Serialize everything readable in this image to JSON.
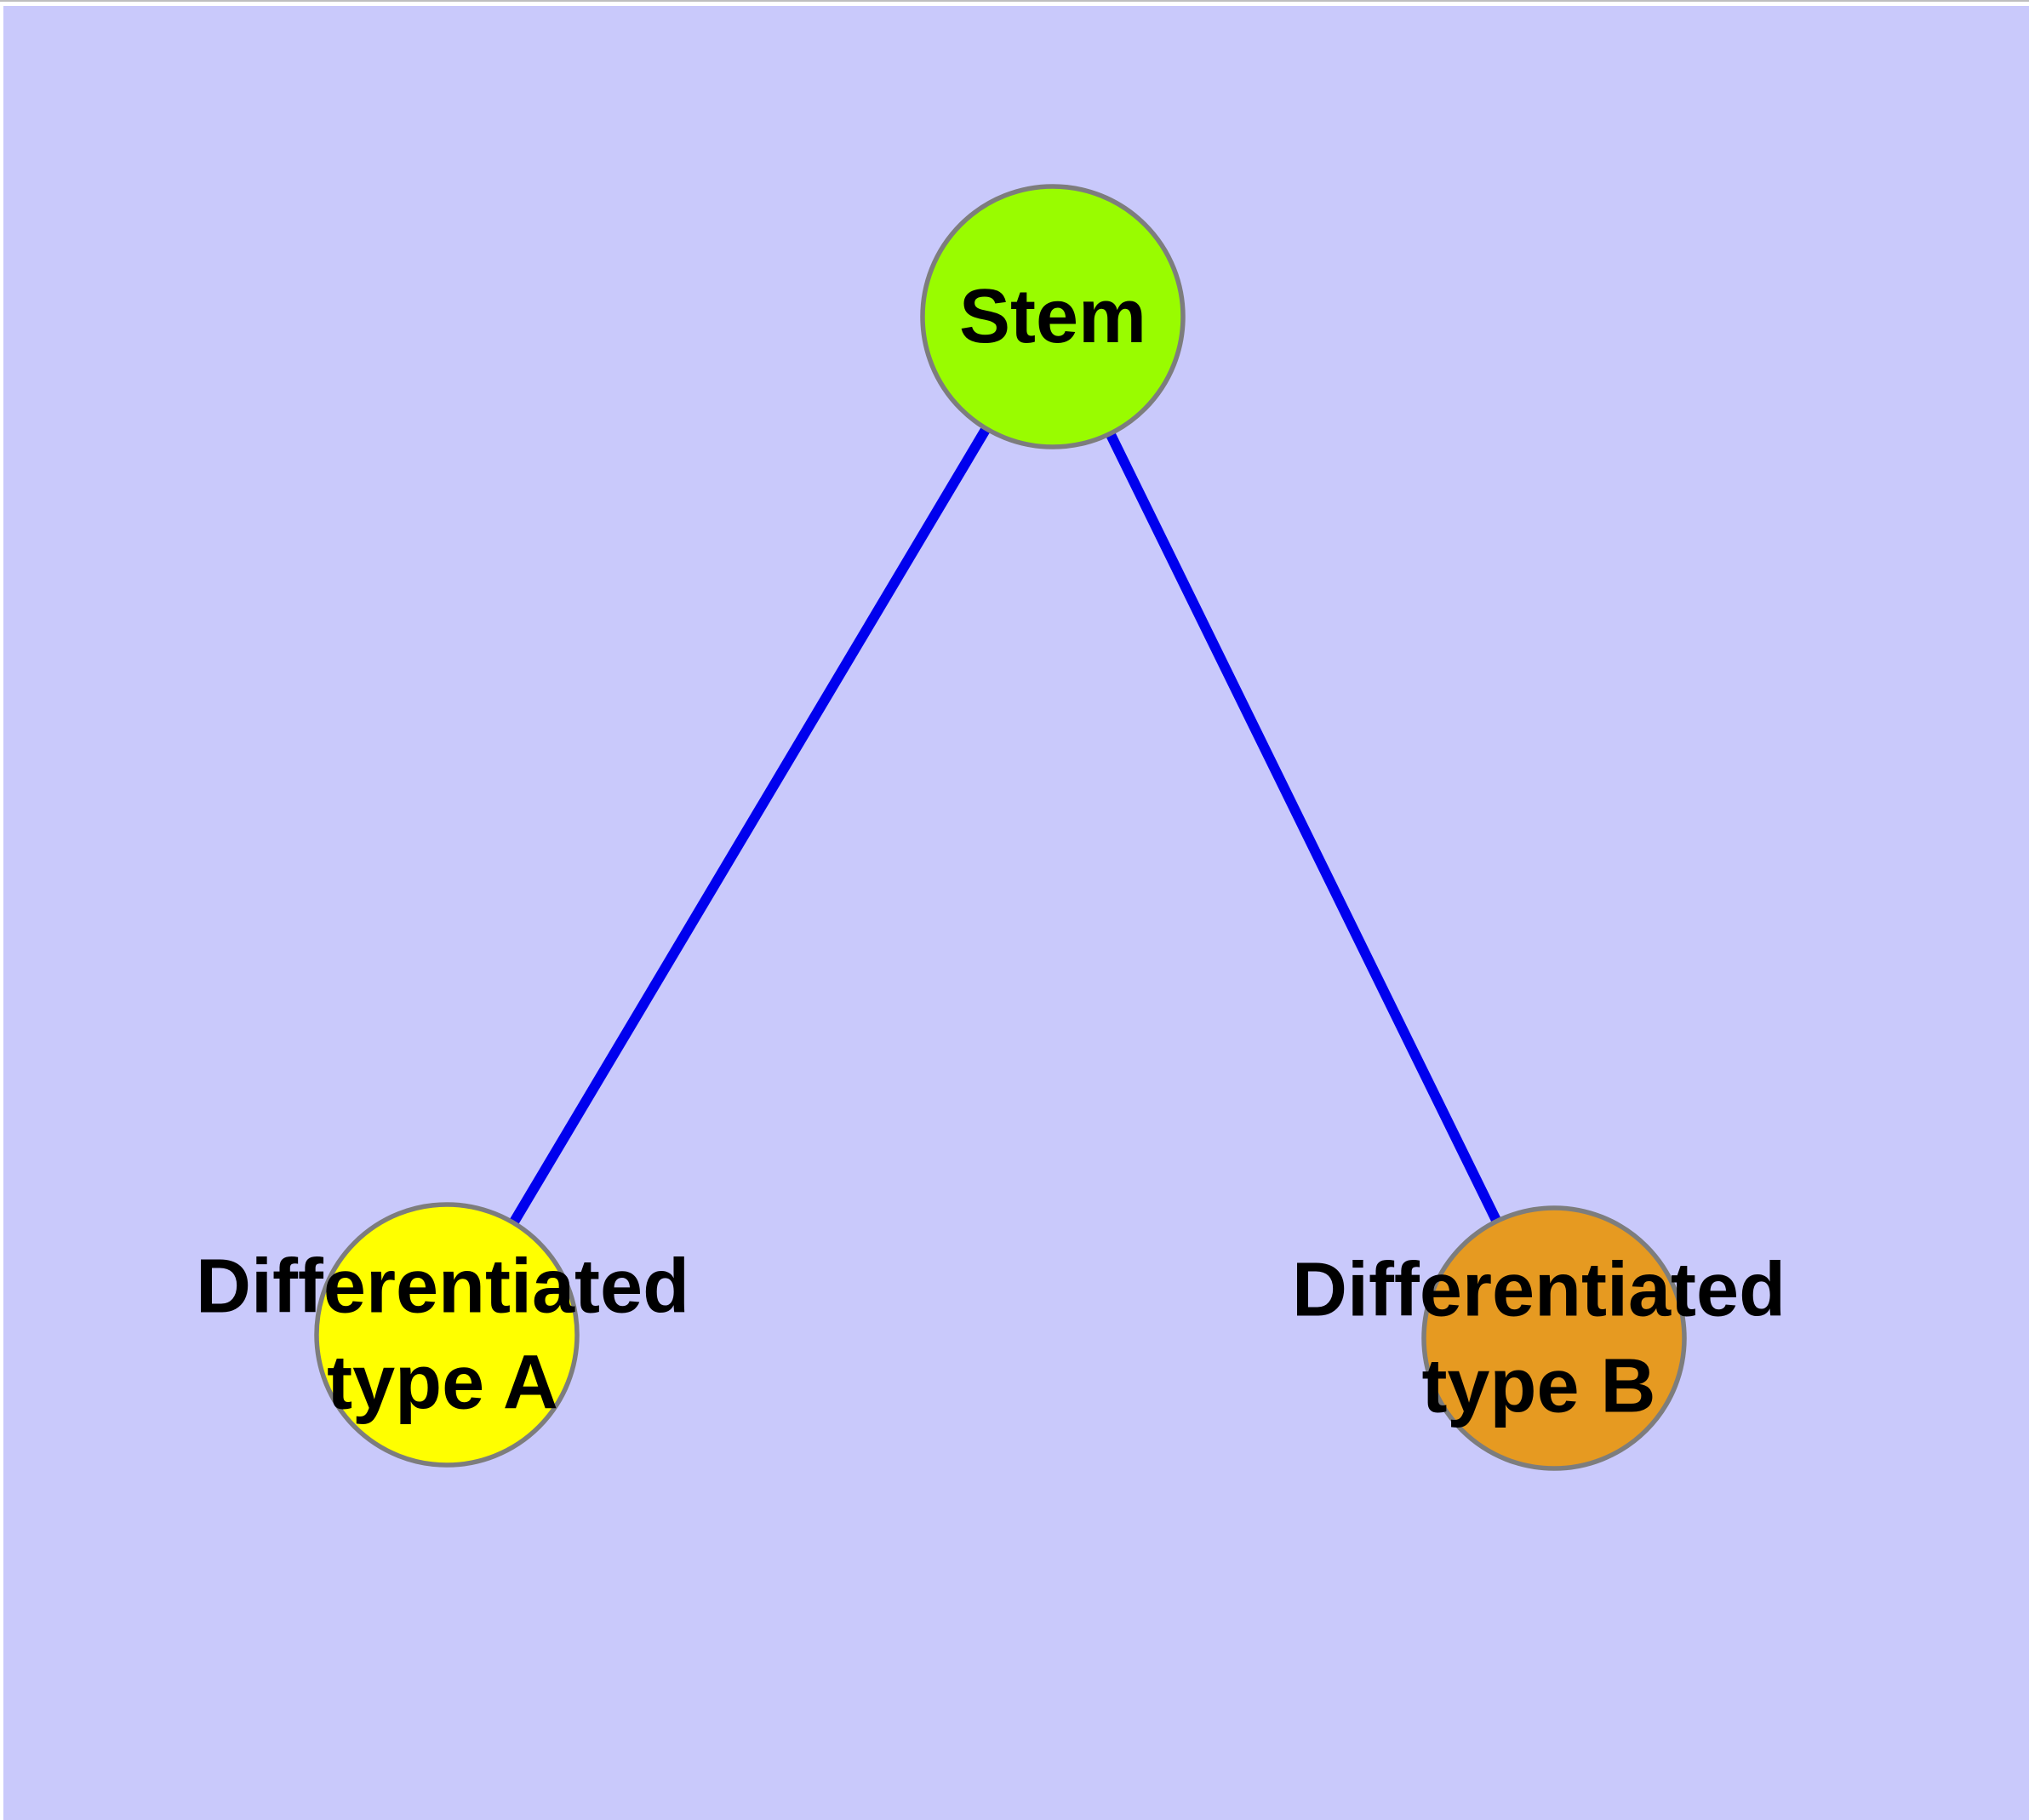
{
  "diagram": {
    "description": "Cell differentiation graph: a Stem node connected to two differentiated cell type nodes",
    "page_background_color": "#FFFFFF",
    "window_edge_color": "#BEBEBE",
    "background_color": "#C9C9FB",
    "edge_color": "#0000EE",
    "node_border_color": "#7D7D7D",
    "label_color": "#000000",
    "nodes": [
      {
        "id": "stem",
        "label": "Stem",
        "fill": "#99FC00"
      },
      {
        "id": "differentiated-type-a",
        "label": "Differentiated type A",
        "label_line1": "Differentiated",
        "label_line2": "type A",
        "fill": "#FFFF00"
      },
      {
        "id": "differentiated-type-b",
        "label": "Differentiated type B",
        "label_line1": "Differentiated",
        "label_line2": "type B",
        "fill": "#E69A21"
      }
    ],
    "edges": [
      {
        "from": "stem",
        "to": "differentiated-type-a"
      },
      {
        "from": "stem",
        "to": "differentiated-type-b"
      }
    ]
  }
}
